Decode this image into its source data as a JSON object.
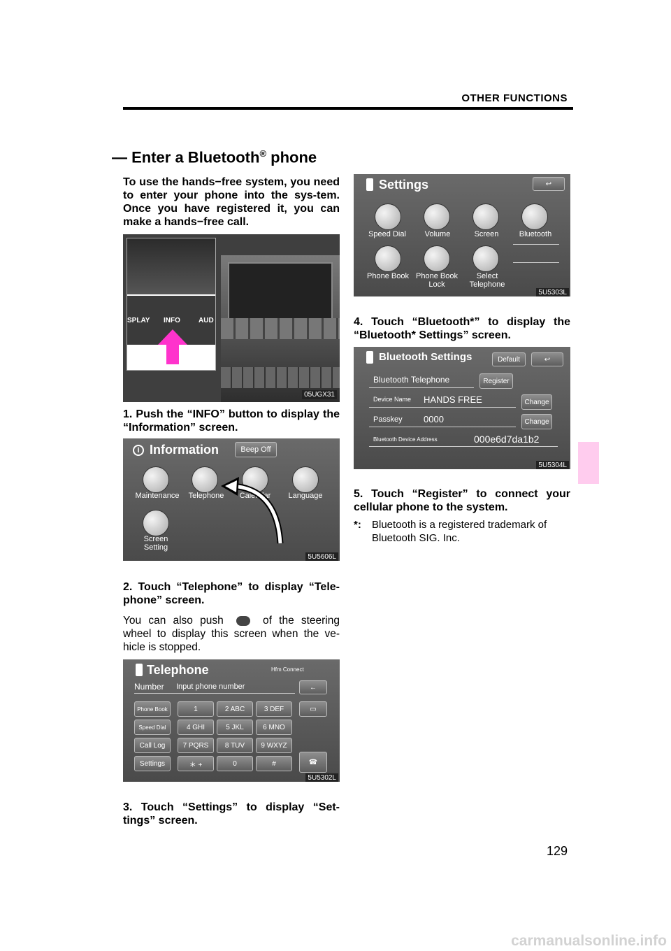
{
  "header": {
    "title": "OTHER FUNCTIONS",
    "page_number": "129"
  },
  "section": {
    "heading_main": "— Enter a Bluetooth",
    "heading_reg": "®",
    "heading_end": " phone"
  },
  "intro": "To use the hands−free system, you need to enter your phone into the sys-tem. Once you have registered it, you can make a hands−free call.",
  "steps": {
    "s1": "1.  Push the “INFO” button to display the “Information” screen.",
    "s2": "2.  Touch “Telephone” to display “Tele-phone” screen.",
    "s2_note_a": "You can also push",
    "s2_note_b": "of the steering wheel to display this screen when the ve-hicle is stopped.",
    "s3": "3.  Touch “Settings” to display “Set-tings” screen.",
    "s4": "4.  Touch “Bluetooth*” to display the “Bluetooth* Settings” screen.",
    "s5": "5.  Touch “Register” to connect your cellular phone to the system."
  },
  "footnote": {
    "mark": "*:",
    "text": "Bluetooth is a registered trademark of Bluetooth SIG. Inc."
  },
  "images": {
    "console": {
      "code": "05UGX31",
      "btn_display": "SPLAY",
      "btn_info": "INFO",
      "btn_audio": "AUD"
    },
    "information": {
      "code": "5U5606L",
      "title": "Information",
      "beep": "Beep Off",
      "items": [
        "Maintenance",
        "Telephone",
        "Calendar",
        "Language"
      ],
      "screen_setting": "Screen Setting"
    },
    "telephone": {
      "code": "5U5302L",
      "title": "Telephone",
      "number_label": "Number",
      "input_placeholder": "Input phone number",
      "hf_label": "Hfm Connect",
      "side_buttons": [
        "Phone Book",
        "Speed Dial",
        "Call Log",
        "Settings"
      ],
      "keys": [
        "1",
        "2 ABC",
        "3 DEF",
        "4 GHI",
        "5 JKL",
        "6 MNO",
        "7 PQRS",
        "8 TUV",
        "9 WXYZ",
        "＊ +",
        "0",
        "#"
      ]
    },
    "settings": {
      "code": "5U5303L",
      "title": "Settings",
      "items": [
        "Speed Dial",
        "Volume",
        "Screen",
        "Bluetooth",
        "Phone Book",
        "Phone Book Lock",
        "Select Telephone"
      ]
    },
    "bt_settings": {
      "code": "5U5304L",
      "title": "Bluetooth Settings",
      "default_btn": "Default",
      "bt_telephone": "Bluetooth Telephone",
      "register_btn": "Register",
      "device_name_label": "Device Name",
      "device_name": "HANDS FREE",
      "change1": "Change",
      "passkey_label": "Passkey",
      "passkey": "0000",
      "change2": "Change",
      "address_label": "Bluetooth Device Address",
      "address": "000e6d7da1b2"
    }
  },
  "watermark": "carmanualsonline.info"
}
